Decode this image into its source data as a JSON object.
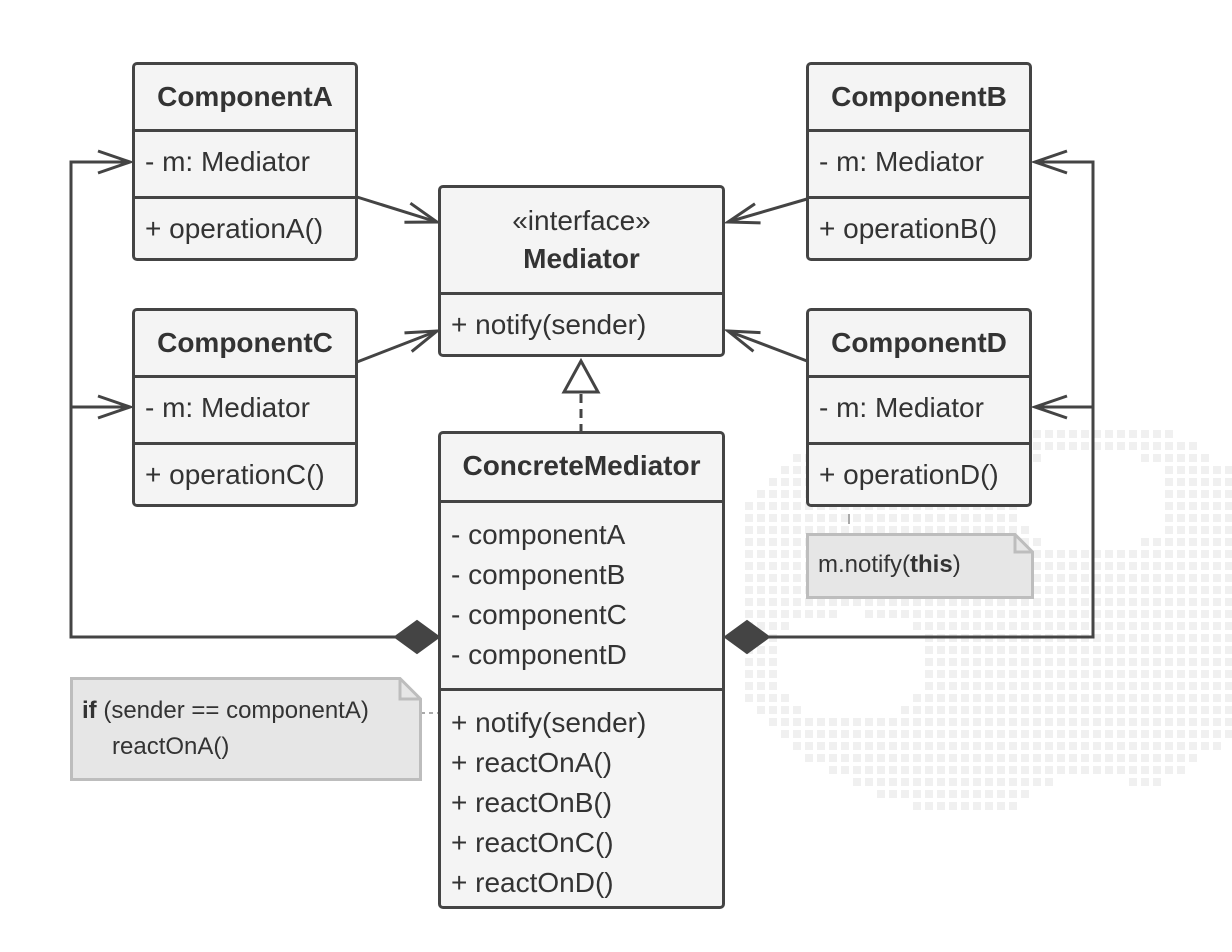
{
  "colors": {
    "stroke": "#444444",
    "box_fill": "#f4f4f4",
    "note_fill": "#e6e6e6",
    "note_stroke": "#bdbdbd",
    "text": "#333333"
  },
  "component_a": {
    "name": "ComponentA",
    "field": "- m: Mediator",
    "method": "+ operationA()"
  },
  "component_b": {
    "name": "ComponentB",
    "field": "- m: Mediator",
    "method": "+ operationB()"
  },
  "component_c": {
    "name": "ComponentC",
    "field": "- m: Mediator",
    "method": "+ operationC()"
  },
  "component_d": {
    "name": "ComponentD",
    "field": "- m: Mediator",
    "method": "+ operationD()"
  },
  "mediator": {
    "stereotype": "«interface»",
    "name": "Mediator",
    "method": "+ notify(sender)"
  },
  "concrete_mediator": {
    "name": "ConcreteMediator",
    "fields": [
      "- componentA",
      "- componentB",
      "- componentC",
      "- componentD"
    ],
    "methods": [
      "+ notify(sender)",
      "+ reactOnA()",
      "+ reactOnB()",
      "+ reactOnC()",
      "+ reactOnD()"
    ]
  },
  "note_left": {
    "keyword": "if",
    "condition": " (sender == componentA)",
    "line2": "reactOnA()"
  },
  "note_right": {
    "prefix": "m.notify(",
    "keyword": "this",
    "suffix": ")"
  }
}
